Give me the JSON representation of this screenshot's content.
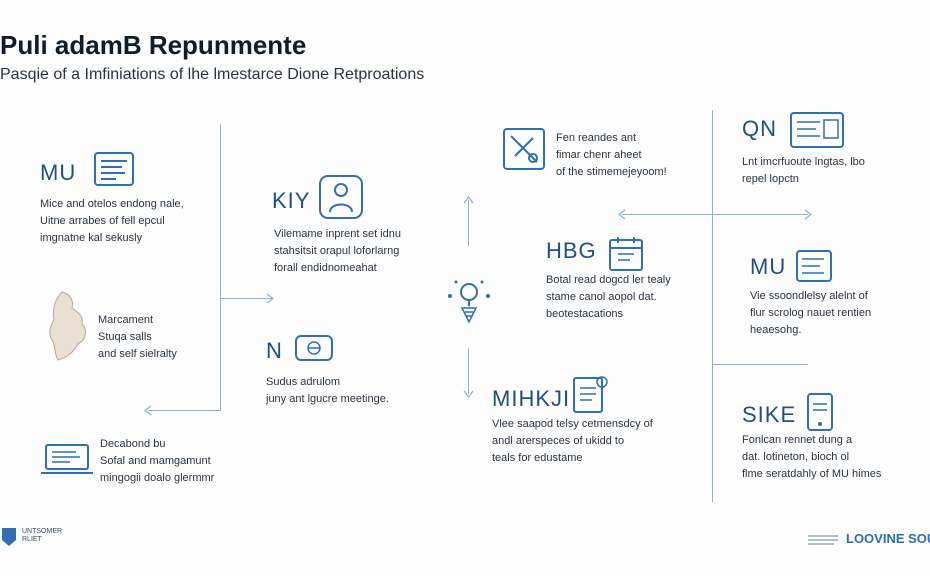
{
  "header": {
    "title": "Puli adamB Repunmente",
    "subtitle": "Pasqie of a Imfiniations of lhe lmestarce Dione Retproations"
  },
  "left": {
    "n1": {
      "code": "MU",
      "lines": [
        "Mice and otelos endong nale,",
        "Uitne arrabes of fell epcul",
        "imgnatne kal sekusly"
      ]
    },
    "n2": {
      "lines": [
        "Marcament",
        "Stuqa salls",
        "and self sielralty"
      ]
    },
    "n3": {
      "lines": [
        "Decabond bu",
        "Sofal and mamgamunt",
        "mingogii doalo glermmr"
      ]
    }
  },
  "mid": {
    "n1": {
      "code": "KIY",
      "lines": [
        "Vilemame inprent set idnu",
        "stahsitsit orapul loforlarng",
        "forall endidnomeahat"
      ]
    },
    "n2": {
      "code": "N",
      "lines": [
        "Sudus adrulom",
        "juny ant lgucre meetinge."
      ]
    }
  },
  "center": {
    "top": {
      "lines": [
        "Fen reandes ant",
        "fimar chenr aheet",
        "of the stimemejeyoom!"
      ]
    },
    "m1": {
      "code": "HBG",
      "lines": [
        "Botal read dogcd ler tealy",
        "stame canol aopol dat.",
        "beotestacations"
      ]
    },
    "m2": {
      "code": "MIHKJI",
      "lines": [
        "Vlee saapod telsy cetmensdcy of",
        "andl arerspeces of ukidd to",
        "teals for edustame"
      ]
    }
  },
  "right": {
    "r1": {
      "code": "QN",
      "lines": [
        "Lnt imcrfuoute lngtas, lbo",
        "repel lopctn"
      ]
    },
    "r2": {
      "code": "MU",
      "lines": [
        "Vie ssoondlelsy alelnt of",
        "flur scrolog nauet rentien",
        "heaesohg."
      ]
    },
    "r3": {
      "code": "SIKE",
      "lines": [
        "Fonlcan rennet dung a",
        "dat. lotineton, bioch ol",
        "flme seratdahly of MU himes"
      ]
    }
  },
  "footer": {
    "left_lines": [
      "UNTSOMER",
      "RLIET"
    ],
    "right_text": "LOOVINE SOU"
  },
  "colors": {
    "accent": "#2f6fb2",
    "line": "#8fb0d2",
    "text": "#1c2530",
    "code": "#1f4f86"
  }
}
